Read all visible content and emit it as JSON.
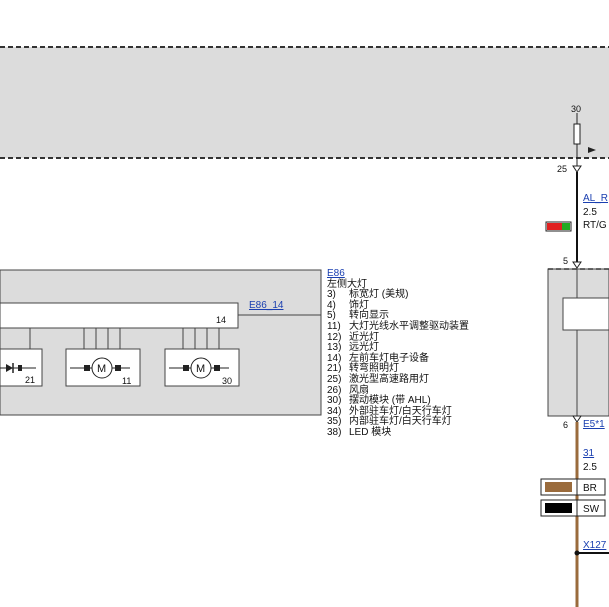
{
  "top_box": {
    "pin_30": "30",
    "pin_25": "25"
  },
  "right_wire": {
    "label": "AL_R",
    "size": "2.5",
    "color": "RT/G",
    "pin_5": "5",
    "pin_6": "6",
    "connector": "E5*1",
    "ground_num": "31",
    "ground_size": "2.5",
    "swatch_br": "BR",
    "swatch_sw": "SW",
    "bottom_conn": "X127"
  },
  "lamp": {
    "link": "E86_14",
    "pin_14": "14",
    "pin_21": "21",
    "pin_11": "11",
    "pin_30": "30"
  },
  "legend": {
    "code": "E86",
    "title": "左侧大灯",
    "items": [
      {
        "num": "3)",
        "text": "标宽灯 (美规)"
      },
      {
        "num": "4)",
        "text": "饰灯"
      },
      {
        "num": "5)",
        "text": "转向显示"
      },
      {
        "num": "11)",
        "text": "大灯光线水平调整驱动装置"
      },
      {
        "num": "12)",
        "text": "近光灯"
      },
      {
        "num": "13)",
        "text": "远光灯"
      },
      {
        "num": "14)",
        "text": "左前车灯电子设备"
      },
      {
        "num": "21)",
        "text": "转弯照明灯"
      },
      {
        "num": "25)",
        "text": "激光型高速路用灯"
      },
      {
        "num": "26)",
        "text": "风扇"
      },
      {
        "num": "30)",
        "text": "摆动模块 (带 AHL)"
      },
      {
        "num": "34)",
        "text": "外部驻车灯/白天行车灯"
      },
      {
        "num": "35)",
        "text": "内部驻车灯/白天行车灯"
      },
      {
        "num": "38)",
        "text": "LED 模块"
      }
    ]
  },
  "colors": {
    "box_fill": "#dcdcdc",
    "wire_brown": "#9a6b3c",
    "link_blue": "#1a3fb0",
    "red": "#e02020",
    "green": "#22aa22"
  }
}
